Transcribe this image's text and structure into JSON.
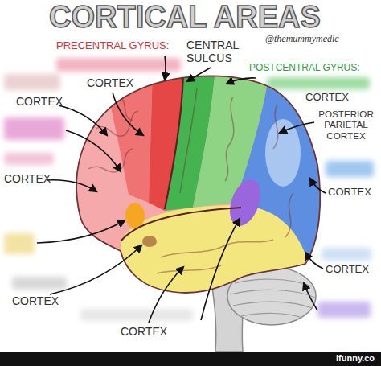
{
  "diagram": {
    "title": "CORTICAL AREAS",
    "labels": [
      "PRECENTRAL GYRUS:",
      "CENTRAL SULCUS",
      "@themummymedic",
      "POSTCENTRAL GYRUS:",
      "CORTEX",
      "CORTEX",
      "CORTEX",
      "POSTERIOR PARIETAL CORTEX",
      "CORTEX",
      "CORTEX",
      "CORTEX",
      "CORTEX",
      "CORTEX",
      "ifunny.co"
    ]
  }
}
